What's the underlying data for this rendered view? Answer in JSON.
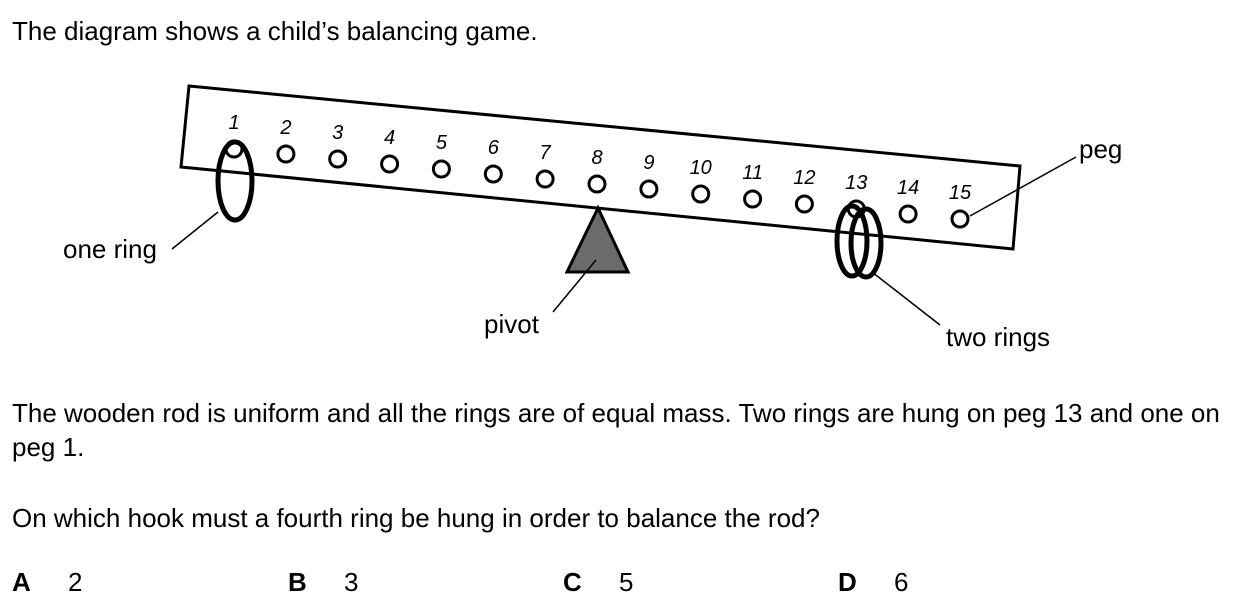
{
  "intro": "The diagram shows a child’s balancing game.",
  "paragraph": "The wooden rod is uniform and all the rings are of equal mass. Two rings are hung on peg 13 and one on peg 1.",
  "question": "On which hook must a fourth ring be hung in order to balance the rod?",
  "diagram": {
    "pegs": [
      "1",
      "2",
      "3",
      "4",
      "5",
      "6",
      "7",
      "8",
      "9",
      "10",
      "11",
      "12",
      "13",
      "14",
      "15"
    ],
    "labels": {
      "peg": "peg",
      "one_ring": "one ring",
      "pivot": "pivot",
      "two_rings": "two rings"
    }
  },
  "options": [
    {
      "letter": "A",
      "value": "2"
    },
    {
      "letter": "B",
      "value": "3"
    },
    {
      "letter": "C",
      "value": "5"
    },
    {
      "letter": "D",
      "value": "6"
    }
  ]
}
